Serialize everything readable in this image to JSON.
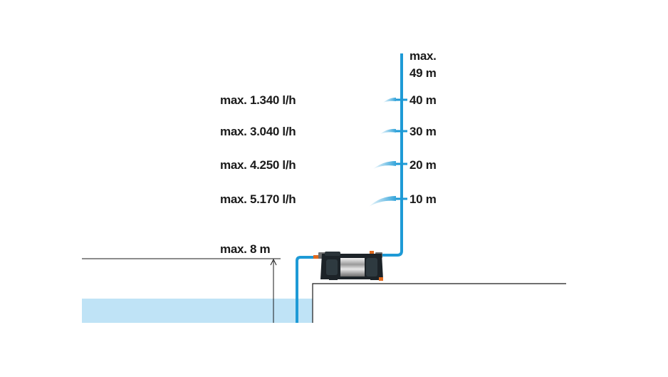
{
  "colors": {
    "pipe": "#1e9ad6",
    "water": "#bfe3f6",
    "line": "#1a1a1a",
    "text": "#1a1a1a"
  },
  "head": {
    "max_line1": "max.",
    "max_line2": "49 m"
  },
  "levels": [
    {
      "height_label": "40 m",
      "flow_label": "max. 1.340 l/h"
    },
    {
      "height_label": "30 m",
      "flow_label": "max. 3.040 l/h"
    },
    {
      "height_label": "20 m",
      "flow_label": "max. 4.250 l/h"
    },
    {
      "height_label": "10 m",
      "flow_label": "max. 5.170 l/h"
    }
  ],
  "suction": {
    "label": "max. 8 m"
  }
}
